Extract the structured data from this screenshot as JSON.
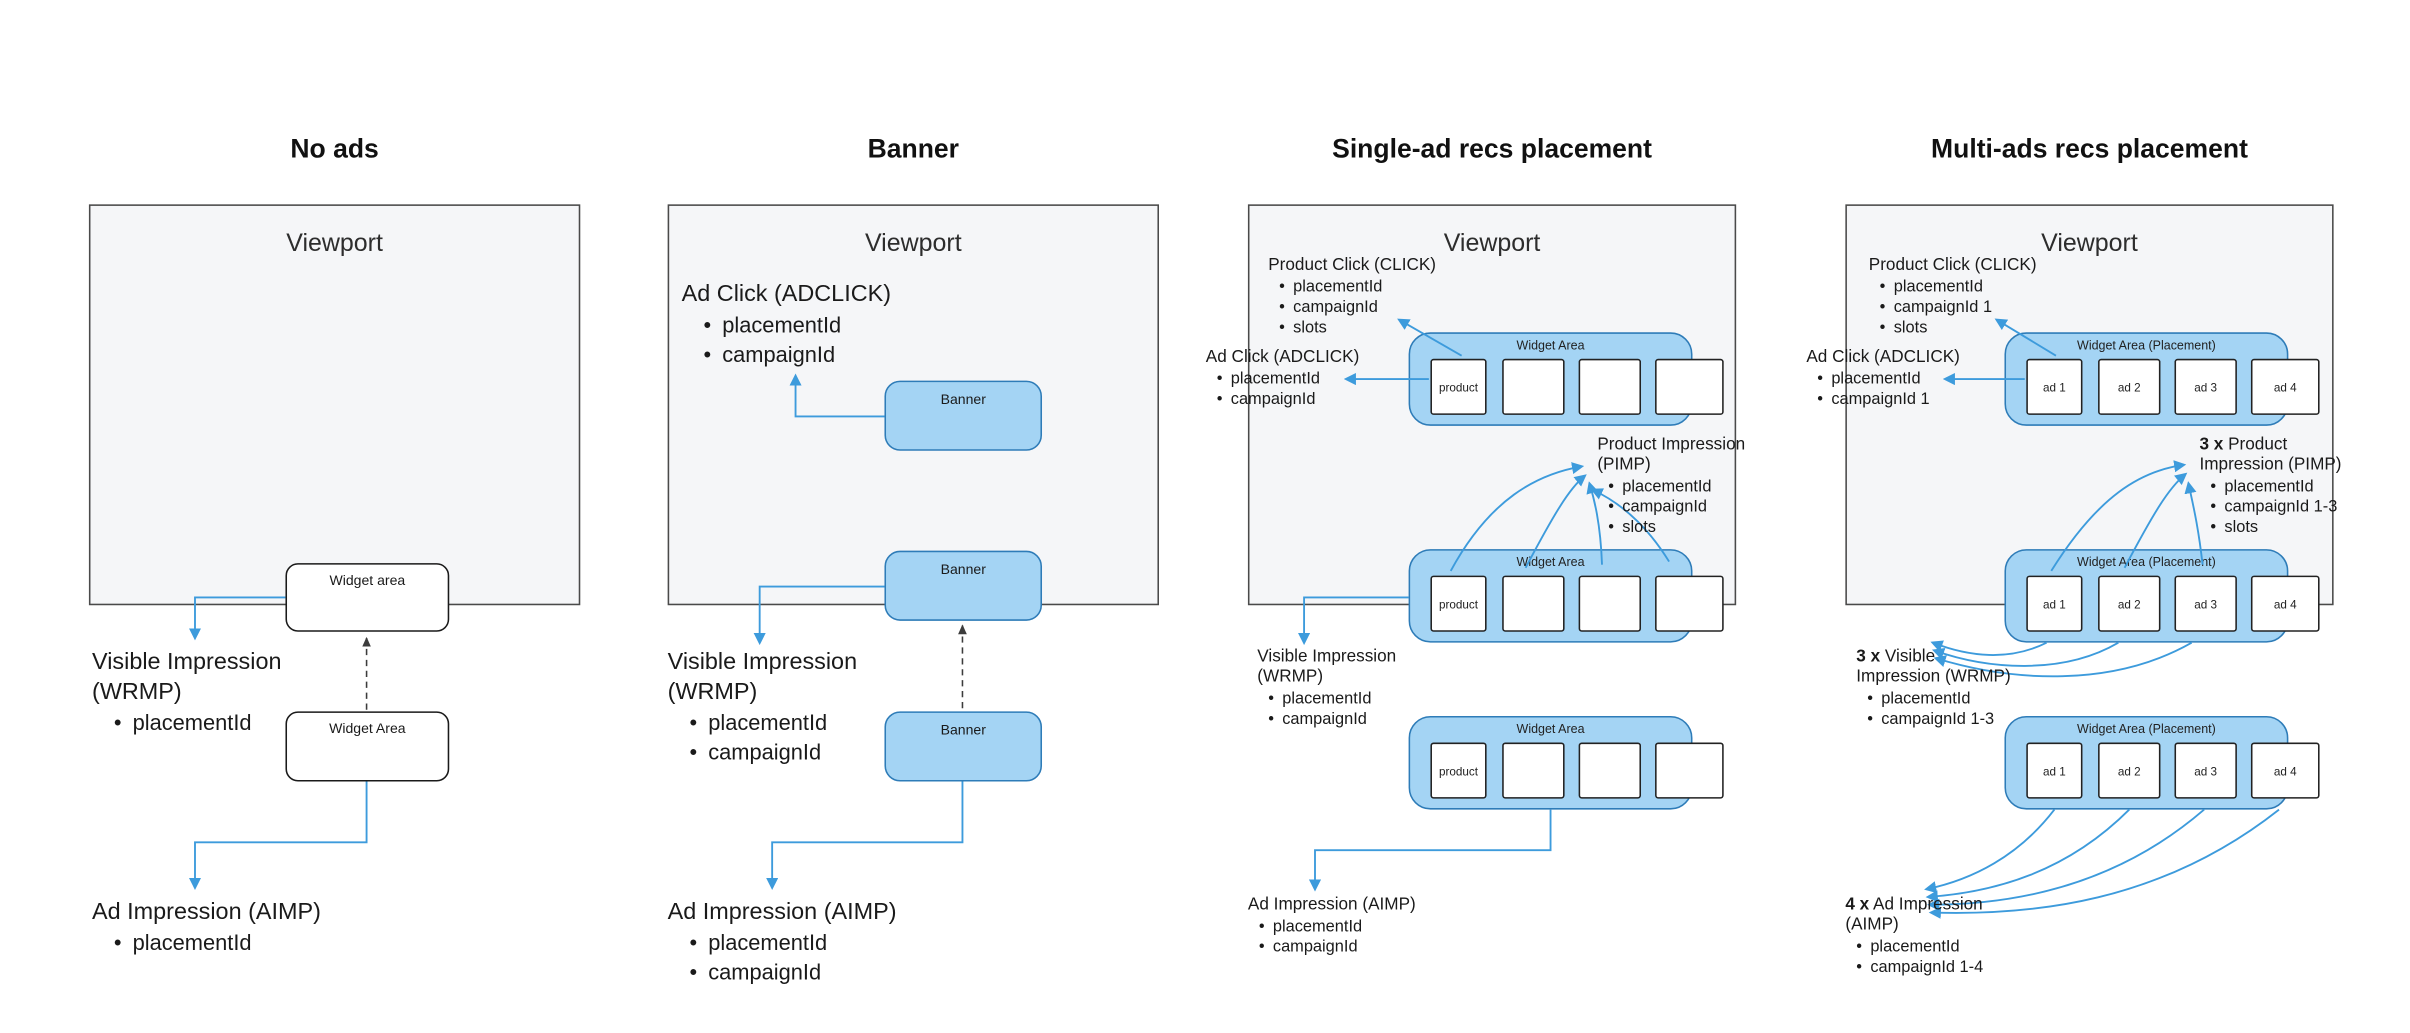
{
  "colors": {
    "arrow_blue": "#3d9bdc",
    "pill_fill": "#a4d4f4",
    "pill_border": "#2e7cb8",
    "viewport_fill": "#f5f6f8",
    "viewport_border": "#4a4a4a",
    "dashed_arrow": "#3c3c3c"
  },
  "col1": {
    "title": "No ads",
    "viewport": "Viewport",
    "widget1": "Widget area",
    "widget2": "Widget Area",
    "wrmp_line1": "Visible Impression",
    "wrmp_line2": "(WRMP)",
    "wrmp_b1": "placementId",
    "aimp_title": "Ad Impression (AIMP)",
    "aimp_b1": "placementId"
  },
  "col2": {
    "title": "Banner",
    "viewport": "Viewport",
    "banner": "Banner",
    "adclick_title": "Ad Click (ADCLICK)",
    "adclick_b1": "placementId",
    "adclick_b2": "campaignId",
    "wrmp_line1": "Visible Impression",
    "wrmp_line2": "(WRMP)",
    "wrmp_b1": "placementId",
    "wrmp_b2": "campaignId",
    "aimp_title": "Ad Impression (AIMP)",
    "aimp_b1": "placementId",
    "aimp_b2": "campaignId"
  },
  "col3": {
    "title": "Single-ad recs placement",
    "viewport": "Viewport",
    "widget_label": "Widget Area",
    "product": "product",
    "click_title": "Product Click (CLICK)",
    "click_b1": "placementId",
    "click_b2": "campaignId",
    "click_b3": "slots",
    "adclick_title": "Ad Click (ADCLICK)",
    "adclick_b1": "placementId",
    "adclick_b2": "campaignId",
    "pimp_line1": "Product Impression",
    "pimp_line2": "(PIMP)",
    "pimp_b1": "placementId",
    "pimp_b2": "campaignId",
    "pimp_b3": "slots",
    "wrmp_line1": "Visible Impression",
    "wrmp_line2": "(WRMP)",
    "wrmp_b1": "placementId",
    "wrmp_b2": "campaignId",
    "aimp_title": "Ad Impression (AIMP)",
    "aimp_b1": "placementId",
    "aimp_b2": "campaignId"
  },
  "col4": {
    "title": "Multi-ads recs placement",
    "viewport": "Viewport",
    "widget_label": "Widget Area (Placement)",
    "ads": [
      "ad 1",
      "ad 2",
      "ad 3",
      "ad 4"
    ],
    "click_title": "Product Click (CLICK)",
    "click_b1": "placementId",
    "click_b2": "campaignId 1",
    "click_b3": "slots",
    "adclick_title": "Ad Click (ADCLICK)",
    "adclick_b1": "placementId",
    "adclick_b2": "campaignId 1",
    "pimp_prefix": "3 x",
    "pimp_line1": " Product",
    "pimp_line2": "Impression (PIMP)",
    "pimp_b1": "placementId",
    "pimp_b2": "campaignId 1-3",
    "pimp_b3": "slots",
    "wrmp_prefix": "3 x",
    "wrmp_line1": " Visible",
    "wrmp_line2": "Impression (WRMP)",
    "wrmp_b1": "placementId",
    "wrmp_b2": "campaignId 1-3",
    "aimp_prefix": "4 x",
    "aimp_line1": " Ad Impression",
    "aimp_line2": "(AIMP)",
    "aimp_b1": "placementId",
    "aimp_b2": "campaignId 1-4"
  }
}
